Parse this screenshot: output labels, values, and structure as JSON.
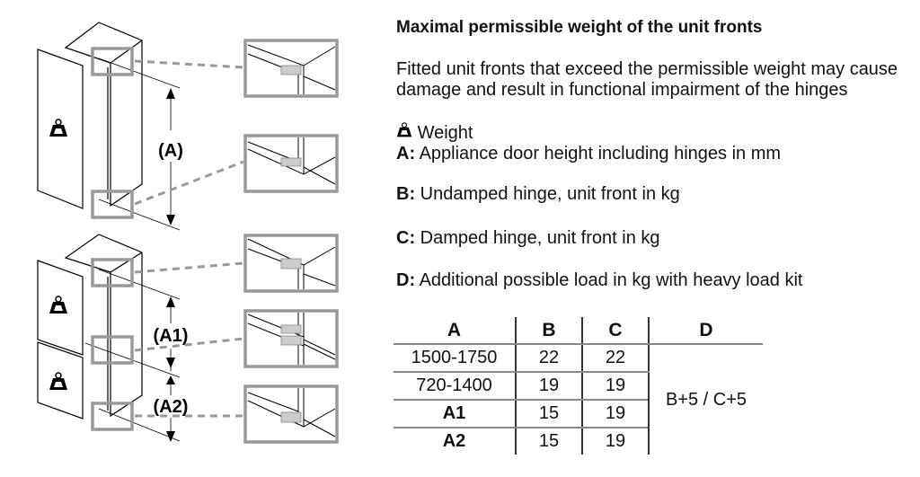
{
  "title": "Maximal permissible weight of the unit fronts",
  "description": "Fitted unit fronts that exceed the permissible weight may cause damage and result in functional impairment of the hinges",
  "legend": {
    "weight_label": "Weight",
    "items": [
      {
        "key": "A:",
        "text": "Appliance door height including hinges in mm"
      },
      {
        "key": "B:",
        "text": "Undamped hinge, unit front in kg"
      },
      {
        "key": "C:",
        "text": "Damped hinge, unit front in kg"
      },
      {
        "key": "D:",
        "text": "Additional possible load in kg with heavy load kit"
      }
    ]
  },
  "diagram": {
    "label_a": "(A)",
    "label_a1": "(A1)",
    "label_a2": "(A2)"
  },
  "table": {
    "headers": [
      "A",
      "B",
      "C",
      "D"
    ],
    "rows": [
      [
        "1500-1750",
        "22",
        "22"
      ],
      [
        "720-1400",
        "19",
        "19"
      ],
      [
        "A1",
        "15",
        "19"
      ],
      [
        "A2",
        "15",
        "19"
      ]
    ],
    "d_value": "B+5 / C+5"
  }
}
